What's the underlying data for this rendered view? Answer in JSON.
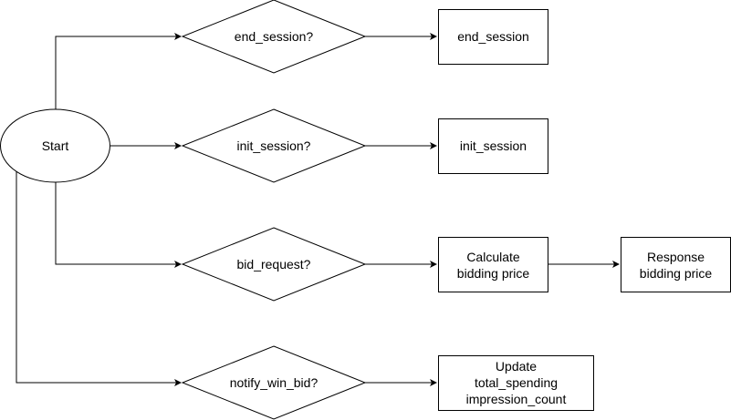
{
  "nodes": {
    "start": "Start",
    "end_session_check": "end_session?",
    "init_session_check": "init_session?",
    "bid_request_check": "bid_request?",
    "notify_win_bid_check": "notify_win_bid?",
    "end_session": "end_session",
    "init_session": "init_session",
    "calculate": [
      "Calculate",
      "bidding price"
    ],
    "response": [
      "Response",
      "bidding price"
    ],
    "update": [
      "Update",
      "total_spending",
      "impression_count"
    ]
  },
  "colors": {
    "stroke": "#000000",
    "fill": "#ffffff"
  }
}
